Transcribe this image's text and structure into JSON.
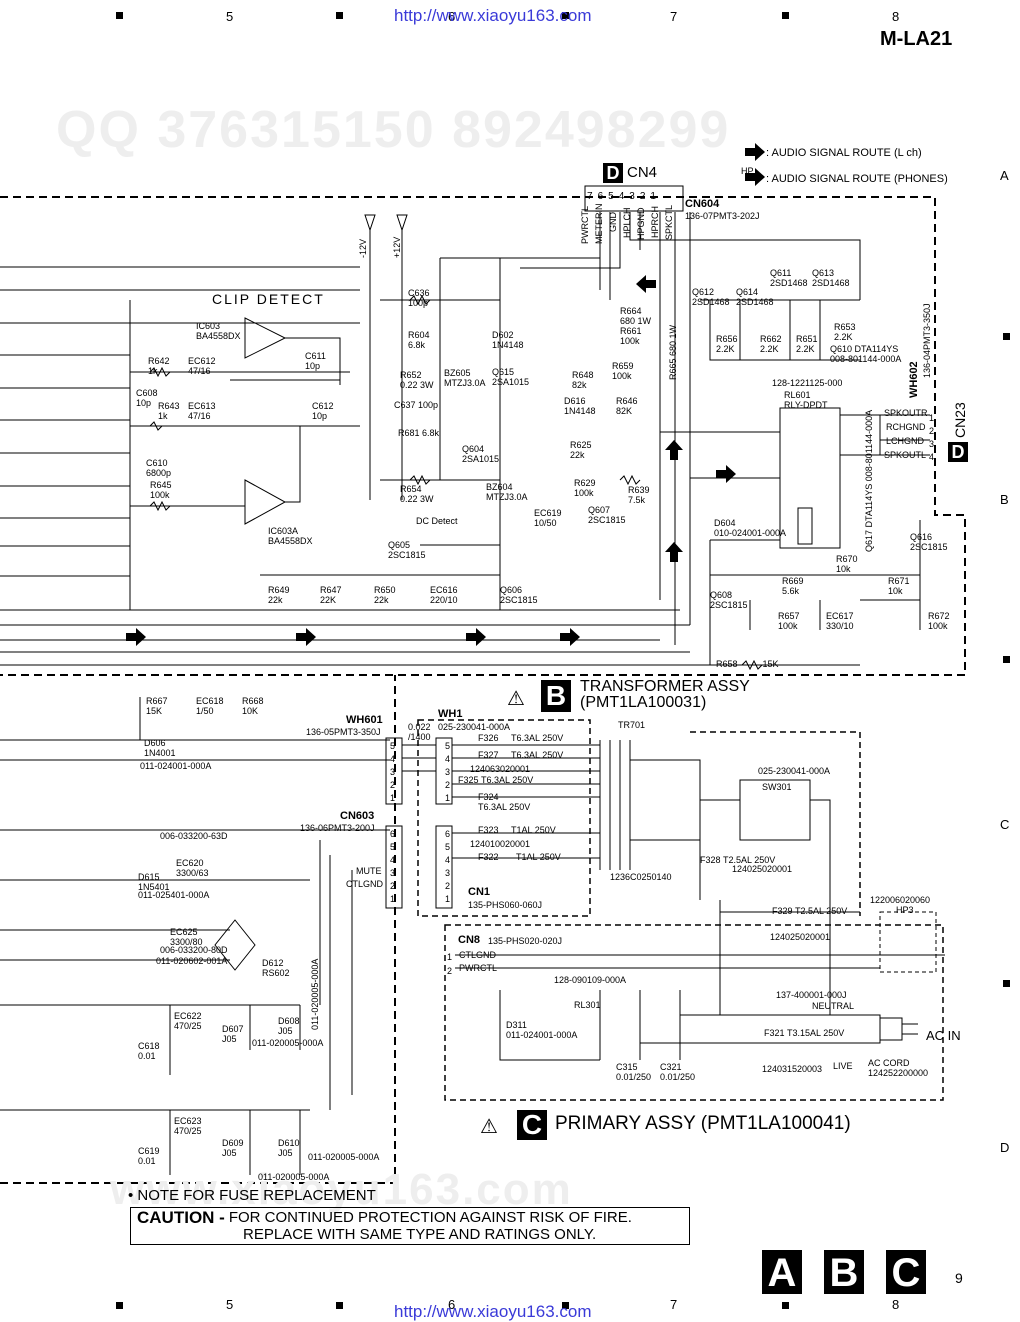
{
  "header": {
    "model": "M-LA21",
    "url_top": "http://www.xiaoyu163.com",
    "url_bottom": "http://www.xiaoyu163.com",
    "grid_numbers": [
      "5",
      "6",
      "7",
      "8"
    ],
    "row_letters": [
      "A",
      "B",
      "C",
      "D"
    ],
    "page_number": "9"
  },
  "watermark": {
    "qq": "QQ 376315150  892498299",
    "site": "www.xiaoyu163.com"
  },
  "legend": {
    "lch": ": AUDIO SIGNAL ROUTE (L ch)",
    "phones": ": AUDIO SIGNAL ROUTE (PHONES)",
    "hp": "HP"
  },
  "connectors": {
    "cn4": "CN4",
    "cn4_letter": "D",
    "cn604": "CN604",
    "cn604_part": "136-07PMT3-202J",
    "cn604_pins": [
      "7",
      "6",
      "5",
      "4",
      "3",
      "2",
      "1"
    ],
    "cn604_signals": [
      "PWRCTL",
      "METERIN",
      "GND",
      "HPLCH",
      "HPGND",
      "HPRCH",
      "SPKCTL"
    ],
    "wh602": "WH602",
    "wh602_part": "136-04PMT3-350J",
    "cn23": "CN23",
    "cn23_letter": "D",
    "cn23_signals": [
      "SPKOUTR",
      "RCHGND",
      "LCHGND",
      "SPKOUTL"
    ],
    "cn23_pins": [
      "1",
      "2",
      "3",
      "4"
    ],
    "wh601": "WH601",
    "wh601_part": "136-05PMT3-350J",
    "wh601_pins": [
      "5",
      "4",
      "3",
      "2",
      "1"
    ],
    "cn603": "CN603",
    "cn603_part": "136-06PMT3-200J",
    "cn603_pins": [
      "6",
      "5",
      "4",
      "3",
      "2",
      "1"
    ],
    "cn603_signals": [
      "MUTE",
      "CTLGND"
    ],
    "wh1": "WH1",
    "wh1_part": "025-230041-000A",
    "wh1_pins": [
      "5",
      "4",
      "3",
      "2",
      "1"
    ],
    "cn1": "CN1",
    "cn1_part": "135-PHS060-060J",
    "cn1_pins": [
      "6",
      "5",
      "4",
      "3",
      "2",
      "1"
    ],
    "cn8": "CN8",
    "cn8_part": "135-PHS020-020J",
    "cn8_signals": [
      "CTLGND",
      "PWRCTL"
    ],
    "cn8_pins": [
      "1",
      "2"
    ]
  },
  "blocks": {
    "clip_detect": "CLIP DETECT",
    "dc_detect": "DC Detect",
    "transformer_letter": "B",
    "transformer_title": "TRANSFORMER ASSY",
    "transformer_part": "(PMT1LA100031)",
    "primary_letter": "C",
    "primary_title": "PRIMARY ASSY (PMT1LA100041)"
  },
  "components": [
    {
      "label": "IC603",
      "sub": "BA4558DX"
    },
    {
      "label": "IC603A",
      "sub": "BA4558DX"
    },
    {
      "label": "R642",
      "sub": "1k"
    },
    {
      "label": "EC612",
      "sub": "47/16"
    },
    {
      "label": "C611",
      "sub": "10p"
    },
    {
      "label": "C608",
      "sub": "10p"
    },
    {
      "label": "R643",
      "sub": "1k"
    },
    {
      "label": "EC613",
      "sub": "47/16"
    },
    {
      "label": "C612",
      "sub": "10p"
    },
    {
      "label": "C610",
      "sub": "6800p"
    },
    {
      "label": "R645",
      "sub": "100k"
    },
    {
      "label": "C636",
      "sub": "100p"
    },
    {
      "label": "R604",
      "sub": "6.8k"
    },
    {
      "label": "D602",
      "sub": "1N4148"
    },
    {
      "label": "R652",
      "sub": "0.22 3W"
    },
    {
      "label": "BZ605",
      "sub": "MTZJ3.0A"
    },
    {
      "label": "Q615",
      "sub": "2SA1015"
    },
    {
      "label": "C637",
      "sub": "100p"
    },
    {
      "label": "R681",
      "sub": "6.8k"
    },
    {
      "label": "Q604",
      "sub": "2SA1015"
    },
    {
      "label": "R654",
      "sub": "0.22 3W"
    },
    {
      "label": "BZ604",
      "sub": "MTZJ3.0A"
    },
    {
      "label": "R664",
      "sub": "680 1W"
    },
    {
      "label": "R661",
      "sub": "100k"
    },
    {
      "label": "R659",
      "sub": "100k"
    },
    {
      "label": "R648",
      "sub": "82k"
    },
    {
      "label": "D616",
      "sub": "1N4148"
    },
    {
      "label": "R646",
      "sub": "82K"
    },
    {
      "label": "R665",
      "sub": "680 1W"
    },
    {
      "label": "R625",
      "sub": "22k"
    },
    {
      "label": "R629",
      "sub": "100k"
    },
    {
      "label": "EC619",
      "sub": "10/50"
    },
    {
      "label": "Q607",
      "sub": "2SC1815"
    },
    {
      "label": "R639",
      "sub": "7.5k"
    },
    {
      "label": "Q612",
      "sub": "2SD1468"
    },
    {
      "label": "Q614",
      "sub": "2SD1468"
    },
    {
      "label": "Q611",
      "sub": "2SD1468"
    },
    {
      "label": "Q613",
      "sub": "2SD1468"
    },
    {
      "label": "R656",
      "sub": "2.2K"
    },
    {
      "label": "R662",
      "sub": "2.2K"
    },
    {
      "label": "R651",
      "sub": "2.2K"
    },
    {
      "label": "R653",
      "sub": "2.2K"
    },
    {
      "label": "Q610 DTA114YS",
      "sub": "008-801144-000A"
    },
    {
      "label": "RL601",
      "sub": "RLY-DPDT"
    },
    {
      "label": "D604",
      "sub": "010-024001-000A"
    },
    {
      "label": "Q617 DTA114YS",
      "sub": "008-801144-000A"
    },
    {
      "label": "Q616",
      "sub": "2SC1815"
    },
    {
      "label": "R670",
      "sub": "10k"
    },
    {
      "label": "R669",
      "sub": "5.6k"
    },
    {
      "label": "R671",
      "sub": "10k"
    },
    {
      "label": "Q608",
      "sub": "2SC1815"
    },
    {
      "label": "R657",
      "sub": "100k"
    },
    {
      "label": "EC617",
      "sub": "330/10"
    },
    {
      "label": "R672",
      "sub": "100k"
    },
    {
      "label": "R658",
      "sub": "15K"
    },
    {
      "label": "Q605",
      "sub": "2SC1815"
    },
    {
      "label": "R649",
      "sub": "22k"
    },
    {
      "label": "R647",
      "sub": "22K"
    },
    {
      "label": "R650",
      "sub": "22k"
    },
    {
      "label": "EC616",
      "sub": "220/10"
    },
    {
      "label": "Q606",
      "sub": "2SC1815"
    },
    {
      "label": "R667",
      "sub": "15K"
    },
    {
      "label": "EC618",
      "sub": "1/50"
    },
    {
      "label": "R668",
      "sub": "10K"
    },
    {
      "label": "D606",
      "sub": "1N4001"
    },
    {
      "label": "EC620",
      "sub": "3300/63"
    },
    {
      "label": "D615",
      "sub": "1N5401"
    },
    {
      "label": "EC625",
      "sub": "3300/80"
    },
    {
      "label": "D612",
      "sub": "RS602"
    },
    {
      "label": "EC622",
      "sub": "470/25"
    },
    {
      "label": "D607",
      "sub": "J05"
    },
    {
      "label": "D608",
      "sub": "J05"
    },
    {
      "label": "C618",
      "sub": "0.01"
    },
    {
      "label": "EC623",
      "sub": "470/25"
    },
    {
      "label": "D609",
      "sub": "J05"
    },
    {
      "label": "D610",
      "sub": "J05"
    },
    {
      "label": "C619",
      "sub": "0.01"
    },
    {
      "label": "F326",
      "sub": "T6.3AL 250V"
    },
    {
      "label": "F327",
      "sub": "T6.3AL 250V"
    },
    {
      "label": "F325",
      "sub": "T6.3AL 250V"
    },
    {
      "label": "F324",
      "sub": "T6.3AL 250V"
    },
    {
      "label": "F323",
      "sub": "T1AL 250V"
    },
    {
      "label": "F322",
      "sub": "T1AL 250V"
    },
    {
      "label": "F328",
      "sub": "T2.5AL 250V"
    },
    {
      "label": "F329",
      "sub": "T2.5AL 250V"
    },
    {
      "label": "F321",
      "sub": "T3.15AL 250V"
    },
    {
      "label": "TR701",
      "sub": "1236C0250140"
    },
    {
      "label": "SW301",
      "sub": "025-230041-000A"
    },
    {
      "label": "RL301",
      "sub": "128-090109-000A"
    },
    {
      "label": "D311",
      "sub": "011-024001-000A"
    },
    {
      "label": "C315",
      "sub": "0.01/250"
    },
    {
      "label": "C321",
      "sub": "0.01/250"
    },
    {
      "label": "HP3",
      "sub": "122006020060"
    }
  ],
  "part_numbers": {
    "p1": "011-024001-000A",
    "p2": "006-033200-63D",
    "p3": "011-025401-000A",
    "p4": "006-033200-80D",
    "p5": "011-020602-001A",
    "p6": "011-020005-000A",
    "p7": "011-020005-000A",
    "p8": "011-020005-000A",
    "p9": "011-020005-000A",
    "p10": "124063020001",
    "p11": "124010020001",
    "p12": "124025020001",
    "p13": "124025020001",
    "p14": "124031520003",
    "p15": "128-1221125-000",
    "p16": "137-400001-000J",
    "p17": "124252200000",
    "p18": "0.022 /1400"
  },
  "power": {
    "v_neg": "-12V",
    "v_pos": "+12V",
    "neutral": "NEUTRAL",
    "live": "LIVE",
    "ac_in": "AC IN",
    "ac_cord": "AC CORD"
  },
  "notes": {
    "fuse": "• NOTE FOR FUSE REPLACEMENT",
    "caution_head": "CAUTION -",
    "caution_line1": "FOR CONTINUED PROTECTION AGAINST RISK OF FIRE.",
    "caution_line2": "REPLACE WITH SAME TYPE AND RATINGS ONLY."
  },
  "footer_letters": [
    "A",
    "B",
    "C"
  ]
}
